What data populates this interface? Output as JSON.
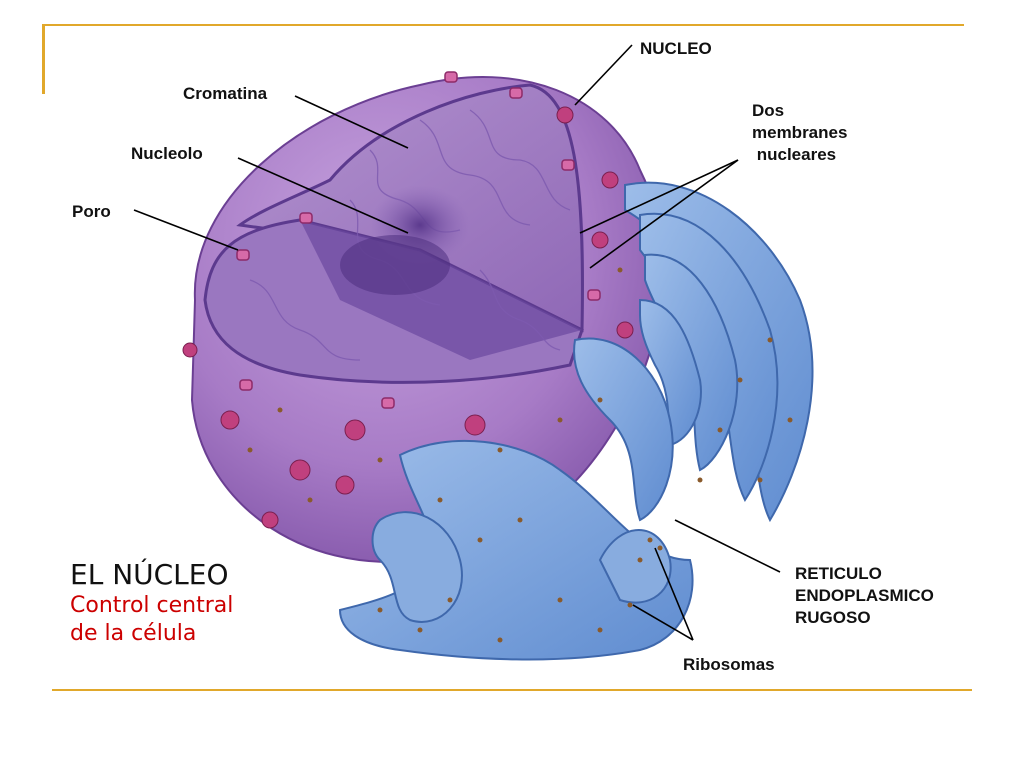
{
  "colors": {
    "frame": "#e1a82b",
    "accent_red": "#cc0000",
    "nucleus_purple": "#a77bc6",
    "er_blue": "#7fa7de"
  },
  "labels": {
    "nucleo": "NUCLEO",
    "cromatina": "Cromatina",
    "dos_membranes": "Dos\nmembranes\n nucleares",
    "nucleolo": "Nucleolo",
    "poro": "Poro",
    "reticulo": "RETICULO\nENDOPLASMICO\nRUGOSO",
    "ribosomas": "Ribosomas"
  },
  "title": {
    "main": "EL NÚCLEO",
    "sub_line1": "Control central",
    "sub_line2": "de la célula"
  }
}
